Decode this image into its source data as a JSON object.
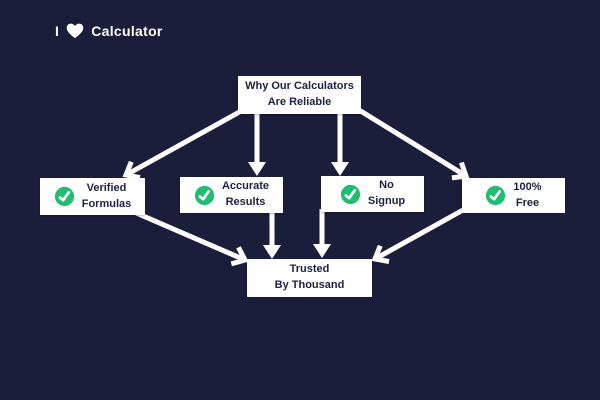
{
  "colors": {
    "background": "#1a1e3b",
    "box_background": "#ffffff",
    "box_text": "#1d2142",
    "check_green": "#20bd70",
    "arrow": "#ffffff"
  },
  "logo": {
    "prefix": "I",
    "heart_icon": "heart",
    "suffix": "Calculator"
  },
  "diagram": {
    "root": {
      "line1": "Why Our Calculators",
      "line2": "Are Reliable"
    },
    "features": [
      {
        "line1": "Verified",
        "line2": "Formulas",
        "icon": "check-circle"
      },
      {
        "line1": "Accurate",
        "line2": "Results",
        "icon": "check-circle"
      },
      {
        "line1": "No",
        "line2": "Signup",
        "icon": "check-circle"
      },
      {
        "line1": "100%",
        "line2": "Free",
        "icon": "check-circle"
      }
    ],
    "sink": {
      "line1": "Trusted",
      "line2": "By Thousand"
    }
  }
}
